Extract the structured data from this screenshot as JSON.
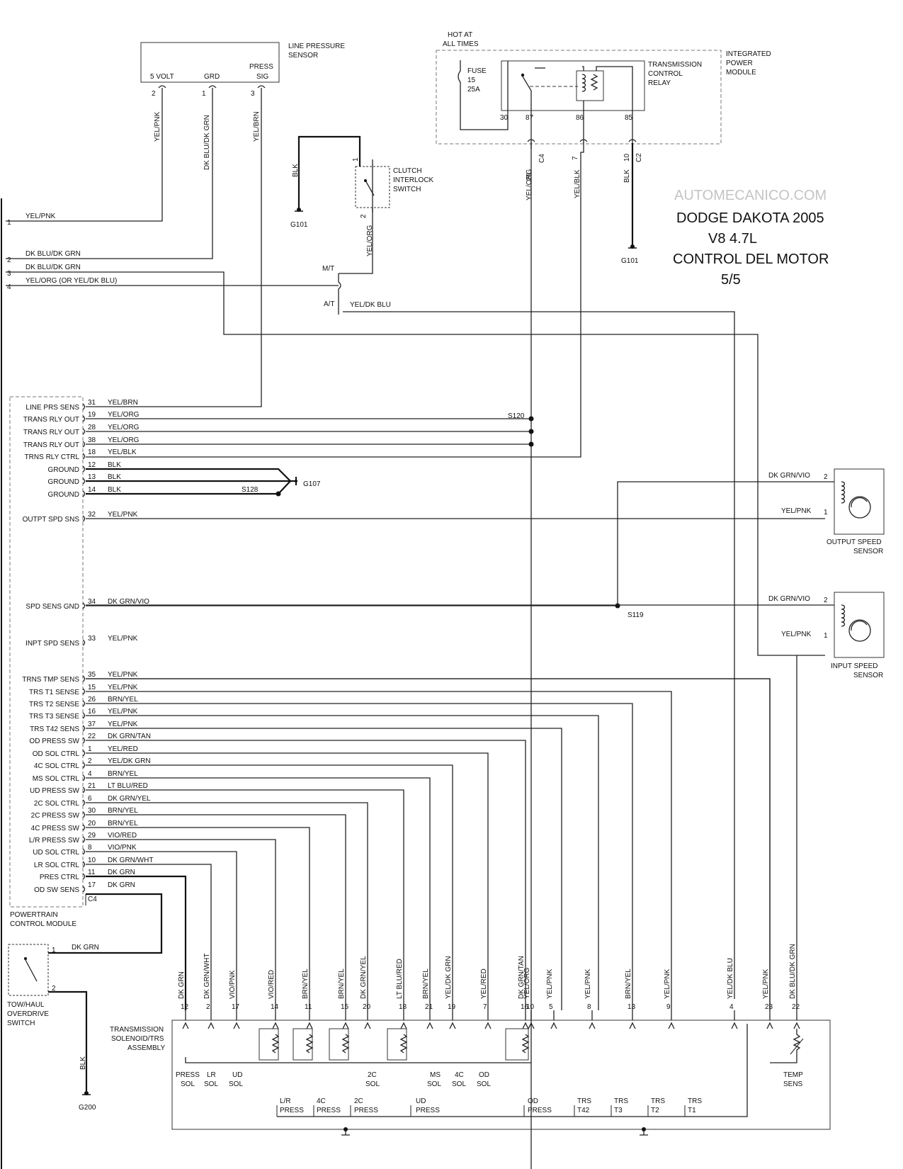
{
  "title": {
    "watermark": "AUTOMECANICO.COM",
    "lines": [
      "DODGE DAKOTA 2005",
      "V8 4.7L",
      "CONTROL DEL MOTOR",
      "5/5"
    ]
  },
  "line_pressure_sensor": {
    "name": [
      "LINE PRESSURE",
      "SENSOR"
    ],
    "pins": [
      {
        "label": "5 VOLT",
        "pin": "2",
        "wire": "YEL/PNK"
      },
      {
        "label": "GRD",
        "pin": "1",
        "wire": "DK BLU/DK GRN"
      },
      {
        "label": "PRESS",
        "label2": "SIG",
        "pin": "3",
        "wire": "YEL/BRN"
      }
    ]
  },
  "ipm": {
    "hot": [
      "HOT AT",
      "ALL TIMES"
    ],
    "fuse": [
      "FUSE",
      "15",
      "25A"
    ],
    "relay": [
      "TRANSMISSION",
      "CONTROL",
      "RELAY"
    ],
    "module": [
      "INTEGRATED",
      "POWER",
      "MODULE"
    ],
    "terms": [
      "30",
      "87",
      "86",
      "85"
    ],
    "out": [
      {
        "pin": "29",
        "conn": "C4",
        "wire": "YEL/ORG"
      },
      {
        "pin": "7",
        "conn": "",
        "wire": "YEL/BLK"
      },
      {
        "pin": "10",
        "conn": "C2",
        "wire": "BLK"
      }
    ],
    "ground": "G101"
  },
  "clutch": {
    "name": [
      "CLUTCH",
      "INTERLOCK",
      "SWITCH"
    ],
    "pin1": "1",
    "pin2": "2",
    "wire_top": "BLK",
    "wire_bottom": "YEL/ORG",
    "ground": "G101"
  },
  "left_conn": [
    {
      "pin": "1",
      "wire": "YEL/PNK"
    },
    {
      "pin": "2",
      "wire": "DK BLU/DK GRN"
    },
    {
      "pin": "3",
      "wire": "DK BLU/DK GRN"
    },
    {
      "pin": "4",
      "wire": "YEL/ORG (OR YEL/DK BLU)"
    }
  ],
  "mt_label": "M/T",
  "at_label": "A/T",
  "at_wire": "YEL/DK BLU",
  "pcm": {
    "name": [
      "POWERTRAIN",
      "CONTROL MODULE"
    ],
    "connector": "C4",
    "pins": [
      {
        "label": "LINE PRS SENS",
        "pin": "31",
        "wire": "YEL/BRN"
      },
      {
        "label": "TRANS RLY OUT",
        "pin": "19",
        "wire": "YEL/ORG"
      },
      {
        "label": "TRANS RLY OUT",
        "pin": "28",
        "wire": "YEL/ORG"
      },
      {
        "label": "TRANS RLY OUT",
        "pin": "38",
        "wire": "YEL/ORG"
      },
      {
        "label": "TRNS RLY CTRL",
        "pin": "18",
        "wire": "YEL/BLK"
      },
      {
        "label": "GROUND",
        "pin": "12",
        "wire": "BLK"
      },
      {
        "label": "GROUND",
        "pin": "13",
        "wire": "BLK"
      },
      {
        "label": "GROUND",
        "pin": "14",
        "wire": "BLK"
      },
      {
        "label": "OUTPT SPD SNS",
        "pin": "32",
        "wire": "YEL/PNK"
      },
      {
        "label": "SPD SENS GND",
        "pin": "34",
        "wire": "DK GRN/VIO"
      },
      {
        "label": "INPT SPD SENS",
        "pin": "33",
        "wire": "YEL/PNK"
      },
      {
        "label": "TRNS TMP SENS",
        "pin": "35",
        "wire": "YEL/PNK"
      },
      {
        "label": "TRS T1 SENSE",
        "pin": "15",
        "wire": "YEL/PNK"
      },
      {
        "label": "TRS T2 SENSE",
        "pin": "26",
        "wire": "BRN/YEL"
      },
      {
        "label": "TRS T3 SENSE",
        "pin": "16",
        "wire": "YEL/PNK"
      },
      {
        "label": "TRS T42 SENS",
        "pin": "37",
        "wire": "YEL/PNK"
      },
      {
        "label": "OD PRESS SW",
        "pin": "22",
        "wire": "DK GRN/TAN"
      },
      {
        "label": "OD SOL CTRL",
        "pin": "1",
        "wire": "YEL/RED"
      },
      {
        "label": "4C SOL CTRL",
        "pin": "2",
        "wire": "YEL/DK GRN"
      },
      {
        "label": "MS SOL CTRL",
        "pin": "4",
        "wire": "BRN/YEL"
      },
      {
        "label": "UD PRESS SW",
        "pin": "21",
        "wire": "LT BLU/RED"
      },
      {
        "label": "2C SOL CTRL",
        "pin": "6",
        "wire": "DK GRN/YEL"
      },
      {
        "label": "2C PRESS SW",
        "pin": "30",
        "wire": "BRN/YEL"
      },
      {
        "label": "4C PRESS SW",
        "pin": "20",
        "wire": "BRN/YEL"
      },
      {
        "label": "L/R PRESS SW",
        "pin": "29",
        "wire": "VIO/RED"
      },
      {
        "label": "UD SOL CTRL",
        "pin": "8",
        "wire": "VIO/PNK"
      },
      {
        "label": "LR SOL CTRL",
        "pin": "10",
        "wire": "DK GRN/WHT"
      },
      {
        "label": "PRES CTRL",
        "pin": "11",
        "wire": "DK GRN"
      },
      {
        "label": "OD SW SENS",
        "pin": "17",
        "wire": "DK GRN"
      }
    ]
  },
  "ground_g107": "G107",
  "splices": {
    "s120": "S120",
    "s128": "S128",
    "s119": "S119"
  },
  "output_speed": {
    "name": [
      "OUTPUT SPEED",
      "SENSOR"
    ],
    "pin2": "2",
    "pin1": "1",
    "wire2": "DK GRN/VIO",
    "wire1": "YEL/PNK"
  },
  "input_speed": {
    "name": [
      "INPUT SPEED",
      "SENSOR"
    ],
    "pin2": "2",
    "pin1": "1",
    "wire2": "DK GRN/VIO",
    "wire1": "YEL/PNK"
  },
  "towhaul": {
    "name": [
      "TOW/HAUL",
      "OVERDRIVE",
      "SWITCH"
    ],
    "pin1": "1",
    "pin2": "2",
    "wire1": "DK GRN",
    "wire2": "BLK",
    "ground": "G200"
  },
  "solenoid": {
    "name": [
      "TRANSMISSION",
      "SOLENOID/TRS",
      "ASSEMBLY"
    ],
    "pins": [
      {
        "pin": "12",
        "wire": "DK GRN"
      },
      {
        "pin": "2",
        "wire": "DK GRN/WHT"
      },
      {
        "pin": "17",
        "wire": "VIO/PNK"
      },
      {
        "pin": "14",
        "wire": "VIO/RED"
      },
      {
        "pin": "11",
        "wire": "BRN/YEL"
      },
      {
        "pin": "15",
        "wire": "BRN/YEL"
      },
      {
        "pin": "20",
        "wire": "DK GRN/YEL"
      },
      {
        "pin": "18",
        "wire": "LT BLU/RED"
      },
      {
        "pin": "21",
        "wire": "BRN/YEL"
      },
      {
        "pin": "19",
        "wire": "YEL/DK GRN"
      },
      {
        "pin": "7",
        "wire": "YEL/RED"
      },
      {
        "pin": "16",
        "wire": "DK GRN/TAN"
      },
      {
        "pin": "10",
        "wire": "YEL/ORG"
      },
      {
        "pin": "5",
        "wire": "YEL/PNK"
      },
      {
        "pin": "8",
        "wire": "YEL/PNK"
      },
      {
        "pin": "13",
        "wire": "BRN/YEL"
      },
      {
        "pin": "9",
        "wire": "YEL/PNK"
      },
      {
        "pin": "4",
        "wire": "YEL/DK BLU"
      },
      {
        "pin": "23",
        "wire": "YEL/PNK"
      },
      {
        "pin": "22",
        "wire": "DK BLU/DK GRN"
      }
    ],
    "upper": [
      [
        "PRESS",
        "SOL"
      ],
      [
        "LR",
        "SOL"
      ],
      [
        "UD",
        "SOL"
      ],
      [
        "2C",
        "SOL"
      ],
      [
        "MS",
        "SOL"
      ],
      [
        "4C",
        "SOL"
      ],
      [
        "OD",
        "SOL"
      ],
      [
        "TEMP",
        "SENS"
      ]
    ],
    "lower": [
      [
        "L/R",
        "PRESS"
      ],
      [
        "4C",
        "PRESS"
      ],
      [
        "2C",
        "PRESS"
      ],
      [
        "UD",
        "PRESS"
      ],
      [
        "OD",
        "PRESS"
      ],
      [
        "TRS",
        "T42"
      ],
      [
        "TRS",
        "T3"
      ],
      [
        "TRS",
        "T2"
      ],
      [
        "TRS",
        "T1"
      ]
    ]
  }
}
